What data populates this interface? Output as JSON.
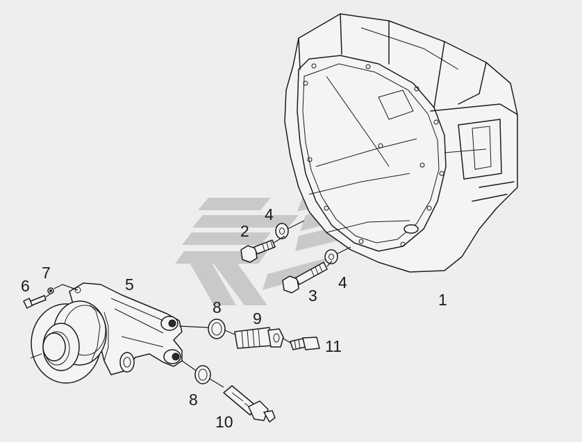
{
  "callouts": {
    "c1": "1",
    "c2": "2",
    "c3": "3",
    "c4a": "4",
    "c4b": "4",
    "c5": "5",
    "c6": "6",
    "c7": "7",
    "c8a": "8",
    "c8b": "8",
    "c9": "9",
    "c10": "10",
    "c11": "11"
  },
  "colors": {
    "background": "#eeeeee",
    "linework": "#1a1a1a",
    "watermark": "#c9c9c9"
  }
}
